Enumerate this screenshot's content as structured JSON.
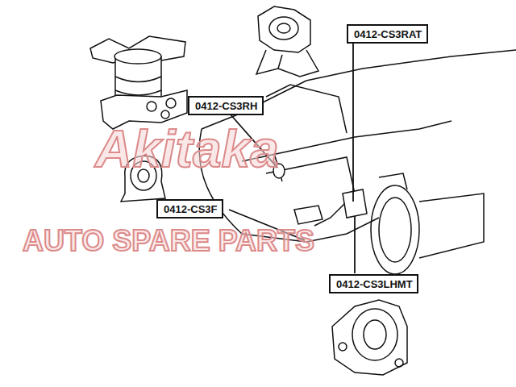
{
  "diagram": {
    "nodes": [
      {
        "text": [
          "0412-CS3RAT"
        ]
      },
      {
        "text": [
          "0412-CS3RH"
        ]
      },
      {
        "text": [
          "0412-CS3F"
        ]
      },
      {
        "text": [
          "0412-CS3LHMT"
        ]
      }
    ],
    "labels": [
      "Akitaka",
      "AUTO SPARE PARTS"
    ]
  }
}
